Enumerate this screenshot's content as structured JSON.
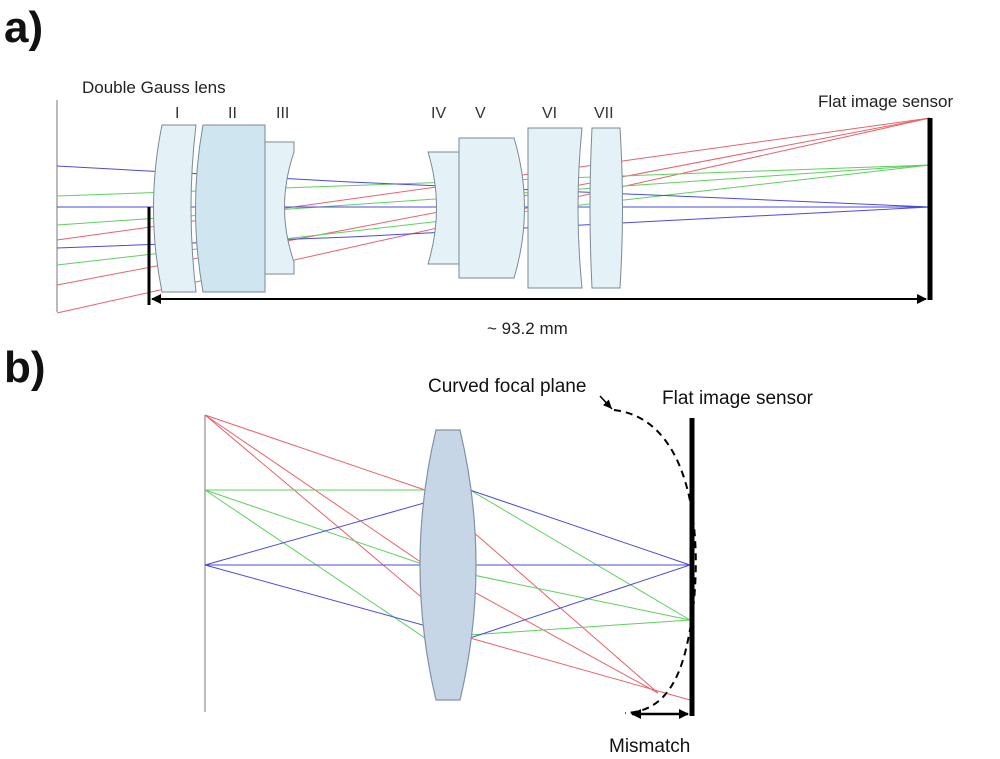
{
  "panel_a": {
    "letter": "a)",
    "title": "Double Gauss lens",
    "lens_labels": [
      "I",
      "II",
      "III",
      "IV",
      "V",
      "VI",
      "VII"
    ],
    "sensor_label": "Flat image sensor",
    "dimension_label": "~ 93.2 mm"
  },
  "panel_b": {
    "letter": "b)",
    "curved_label": "Curved focal plane",
    "sensor_label": "Flat image sensor",
    "mismatch_label": "Mismatch"
  },
  "colors": {
    "ray_red": "#e8636b",
    "ray_green": "#5fd05f",
    "ray_blue": "#4a4ae0",
    "lens_fill": "#e4f1f7",
    "lens_b_fill": "#c7d6e6"
  }
}
